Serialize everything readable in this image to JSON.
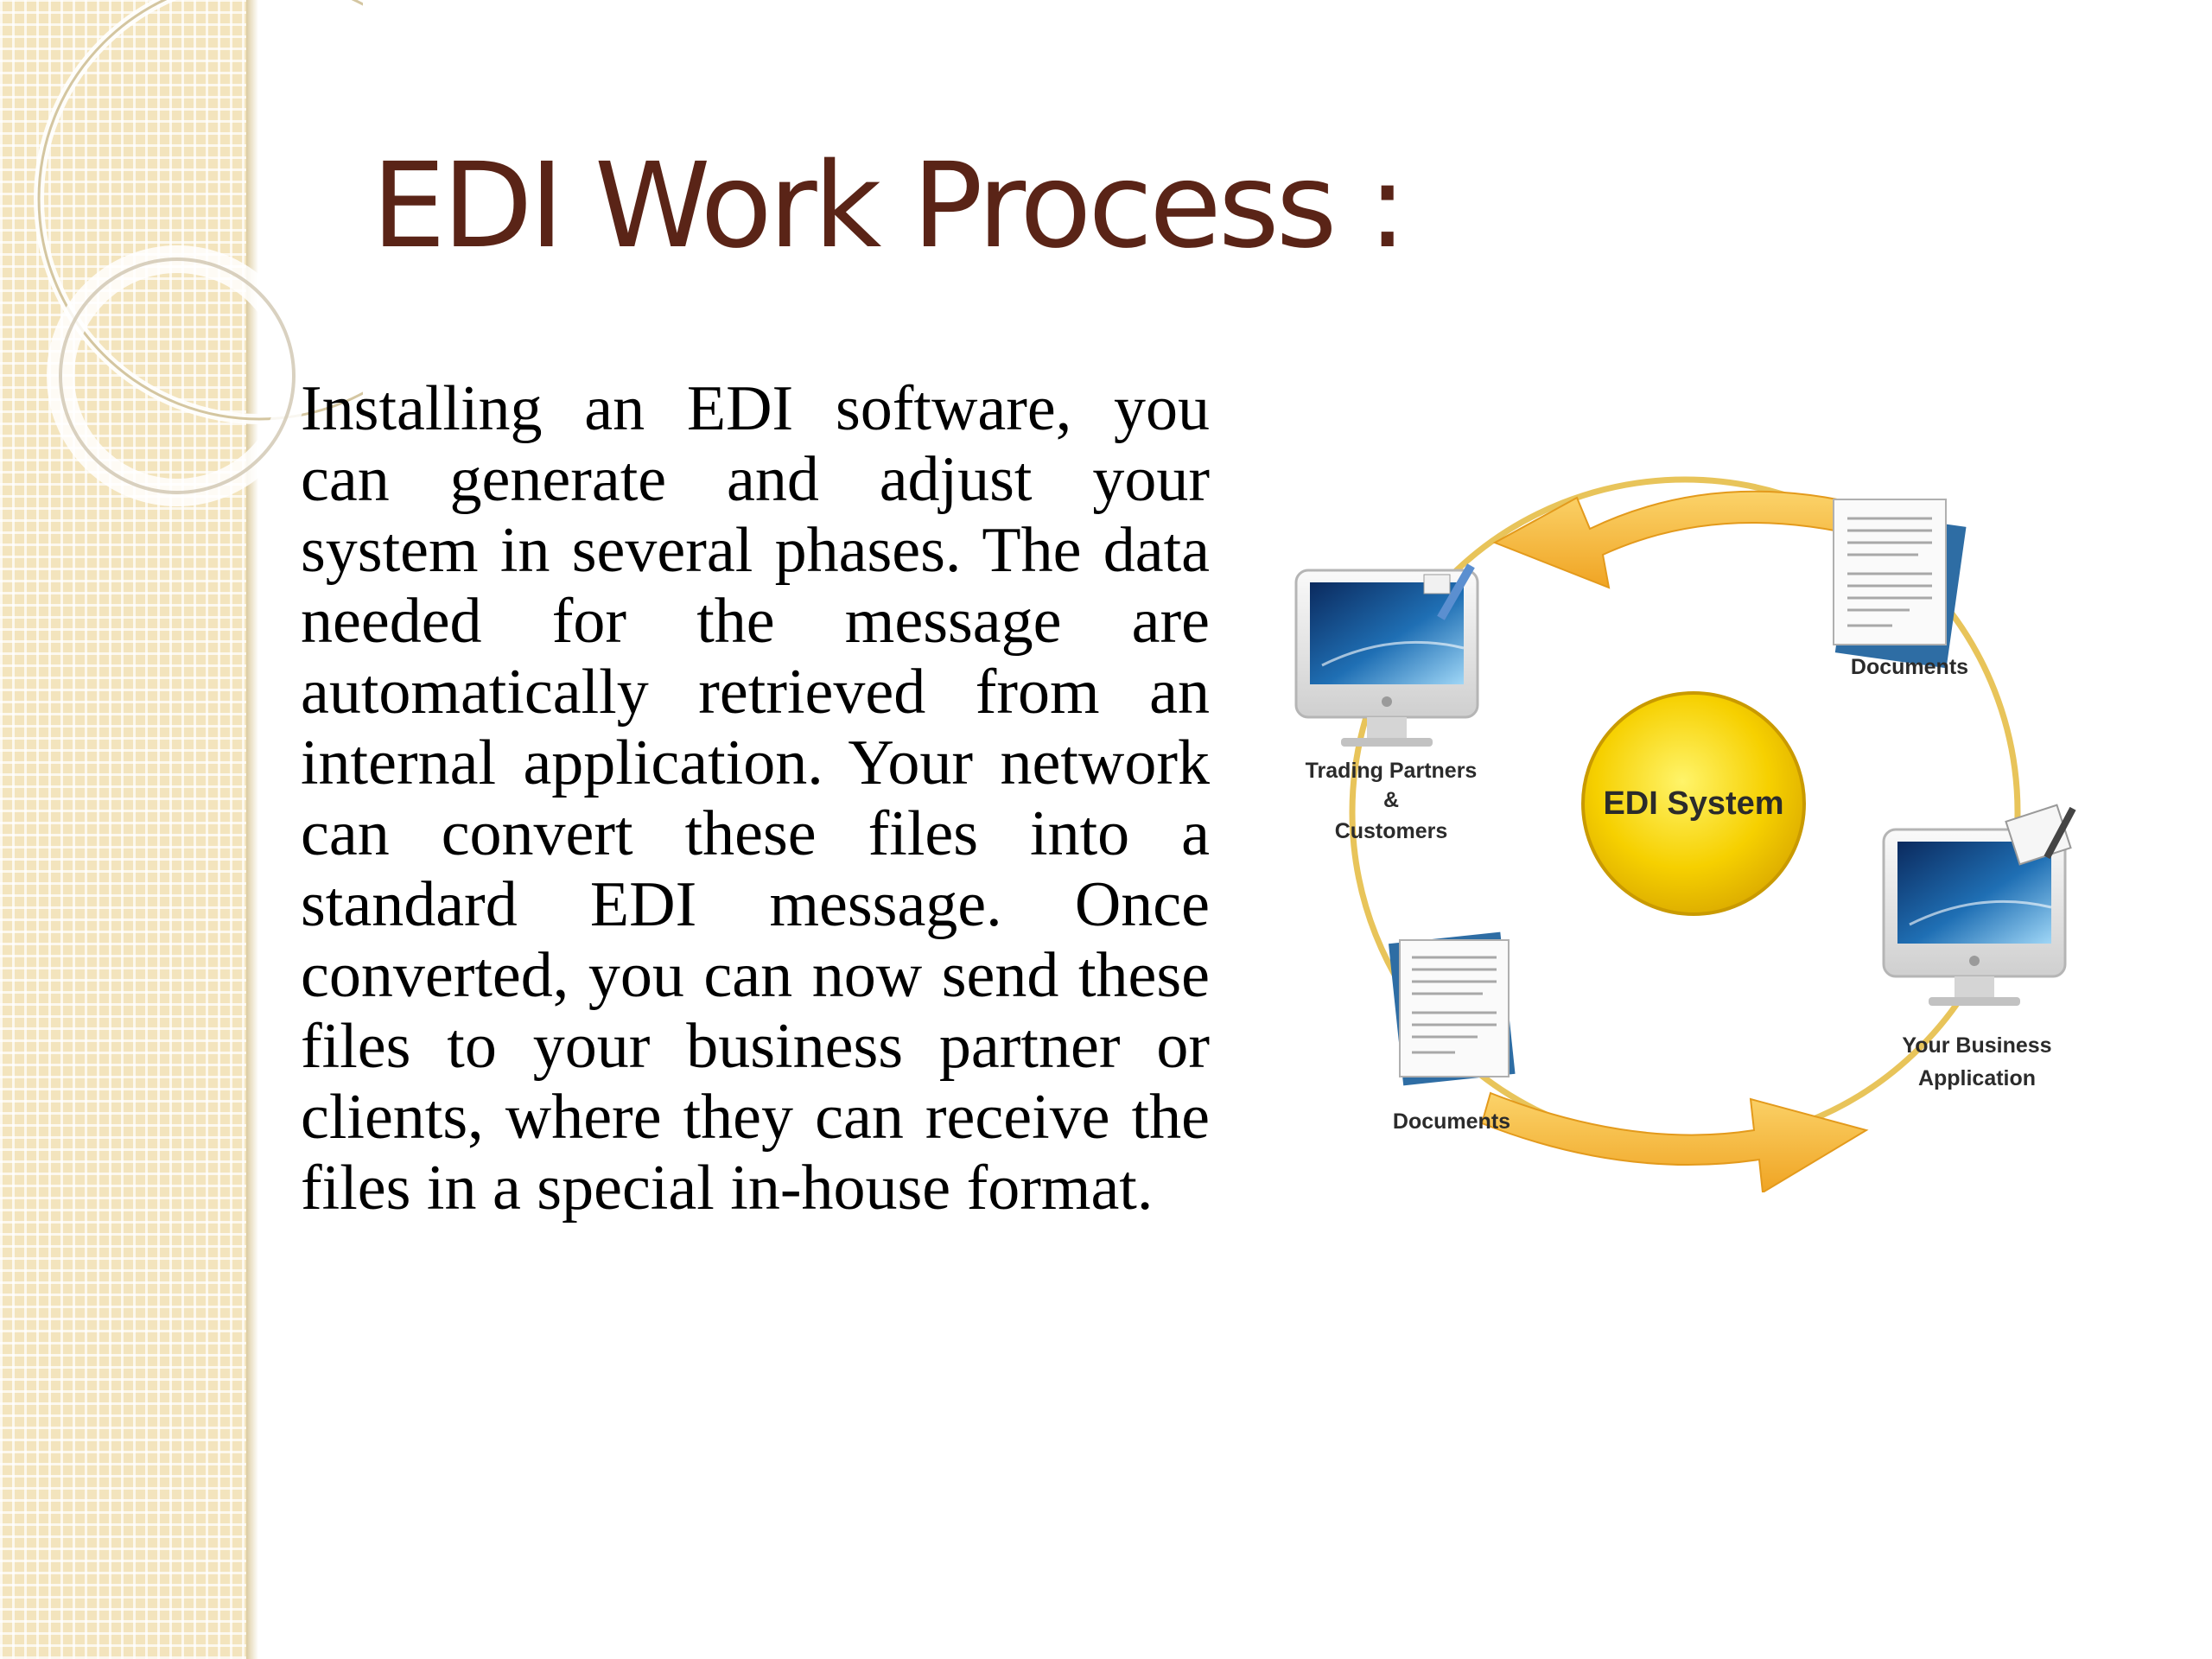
{
  "slide": {
    "title": "EDI Work Process :",
    "body": "Installing an EDI software, you can generate and adjust your system in several phases. The data needed for the message are automatically retrieved from an internal application. Your network can convert these files into a standard EDI message. Once converted, you can now send these files to your business partner or clients, where they can receive the files in a special in-house format."
  },
  "diagram": {
    "center_label": "EDI System",
    "nodes": {
      "trading_partners": {
        "line1": "Trading Partners",
        "line2": "&",
        "line3": "Customers"
      },
      "business_app": {
        "line1": "Your Business",
        "line2": "Application"
      },
      "documents_top": "Documents",
      "documents_bottom": "Documents"
    }
  },
  "colors": {
    "title": "#5a2417",
    "center_circle": "#f6d000",
    "arrows": "#f4b43a",
    "ring": "#e8c45a",
    "stripe": "#f3e4bd"
  }
}
